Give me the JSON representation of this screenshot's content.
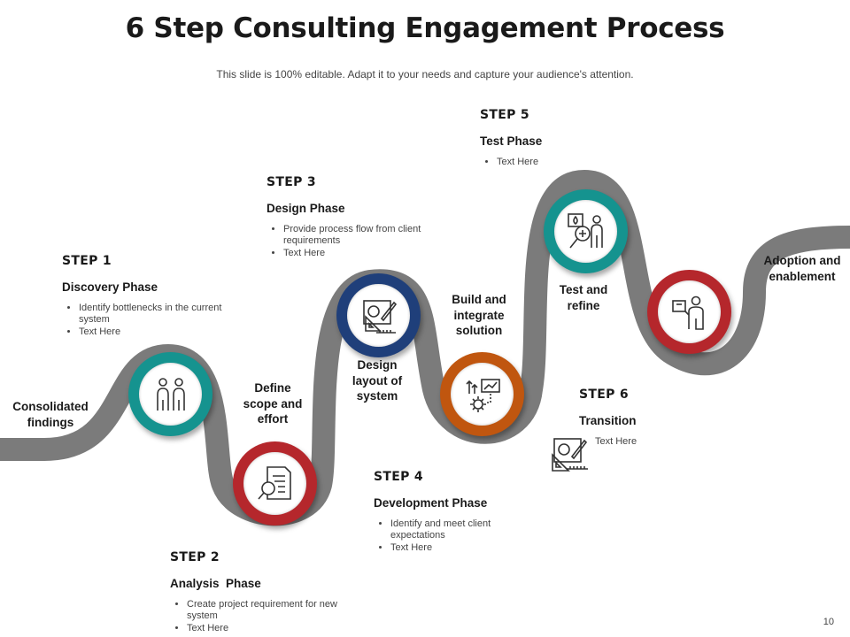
{
  "title": "6 Step Consulting Engagement Process",
  "subtitle": "This slide is 100% editable. Adapt it to your needs and capture your audience's attention.",
  "page_number": "10",
  "colors": {
    "road": "#7b7b7b",
    "teal": "#15938f",
    "red": "#b5272c",
    "navy": "#1f3f7a",
    "orange": "#c0560f"
  },
  "road_labels": {
    "start": "Consolidated findings",
    "define": "Define scope and effort",
    "design": "Design layout of system",
    "build": "Build and integrate solution",
    "test": "Test and refine",
    "end": "Adoption and enablement"
  },
  "steps": [
    {
      "number": "STEP 1",
      "phase": "Discovery Phase",
      "bullets": [
        "Identify bottlenecks in the current system",
        "Text Here"
      ]
    },
    {
      "number": "STEP 2",
      "phase": "Analysis  Phase",
      "bullets": [
        "Create project requirement for new system",
        "Text Here"
      ]
    },
    {
      "number": "STEP 3",
      "phase": "Design Phase",
      "bullets": [
        "Provide process flow from client requirements",
        "Text Here"
      ]
    },
    {
      "number": "STEP 4",
      "phase": "Development Phase",
      "bullets": [
        "Identify and meet client expectations",
        "Text Here"
      ]
    },
    {
      "number": "STEP 5",
      "phase": "Test Phase",
      "bullets": [
        "Text Here"
      ]
    },
    {
      "number": "STEP 6",
      "phase": "Transition",
      "bullets": [
        "Text Here"
      ]
    }
  ],
  "icons": {
    "step1": "two-people-icon",
    "step2": "document-search-icon",
    "step3": "design-tools-icon",
    "step4": "gear-chart-icon",
    "step5": "analysis-person-icon",
    "step6": "presenter-board-icon",
    "transition": "design-tools-icon"
  }
}
